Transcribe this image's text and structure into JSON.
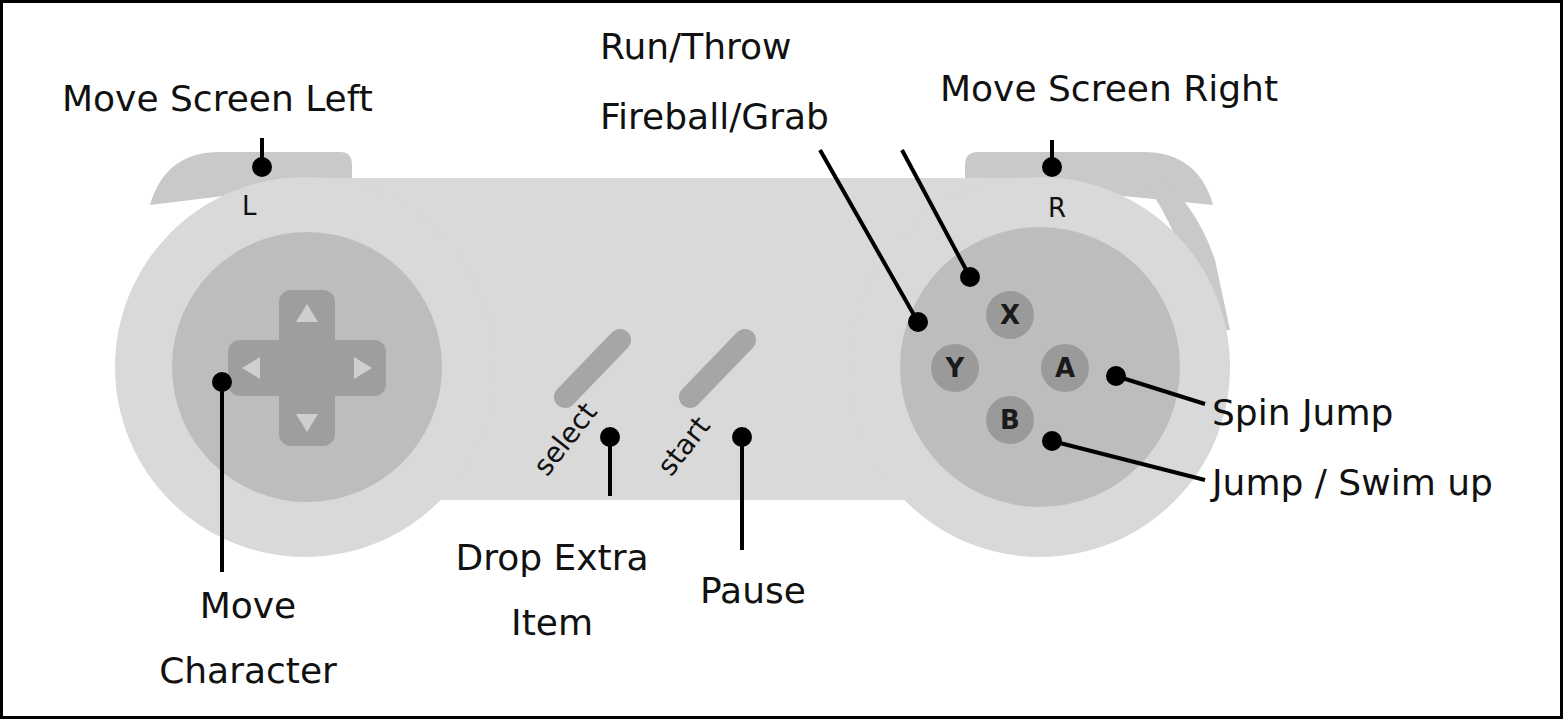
{
  "diagram": {
    "nodes": [
      {
        "text": [
          "X"
        ]
      },
      {
        "text": [
          "Y"
        ]
      },
      {
        "text": [
          "A"
        ]
      },
      {
        "text": [
          "B"
        ]
      }
    ],
    "labels": [
      "Run/Throw Fireball/Grab",
      "Move Screen Left",
      "Move Screen Right",
      "L",
      "R",
      "select",
      "start",
      "Spin Jump",
      "Jump / Swim up",
      "Drop Extra Item",
      "Pause",
      "Move Character"
    ]
  }
}
